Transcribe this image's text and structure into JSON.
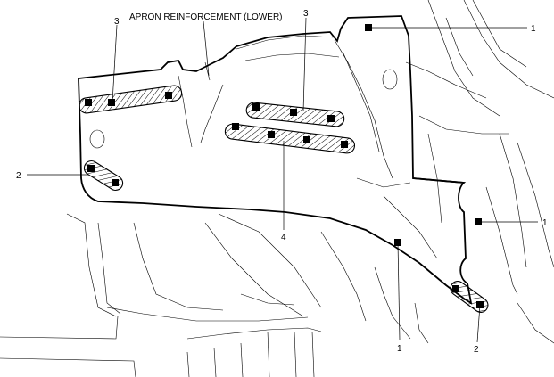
{
  "title": "APRON REINFORCEMENT (LOWER)",
  "labels": {
    "spot_weld_top_right": "1",
    "spot_weld_right": "1",
    "spot_weld_bottom": "1",
    "weld_left": "2",
    "weld_bottom_right": "2",
    "seam_upper_left": "3",
    "seam_upper_center": "3",
    "seam_middle": "4"
  },
  "legend_items": [
    "1",
    "2",
    "3",
    "4"
  ]
}
